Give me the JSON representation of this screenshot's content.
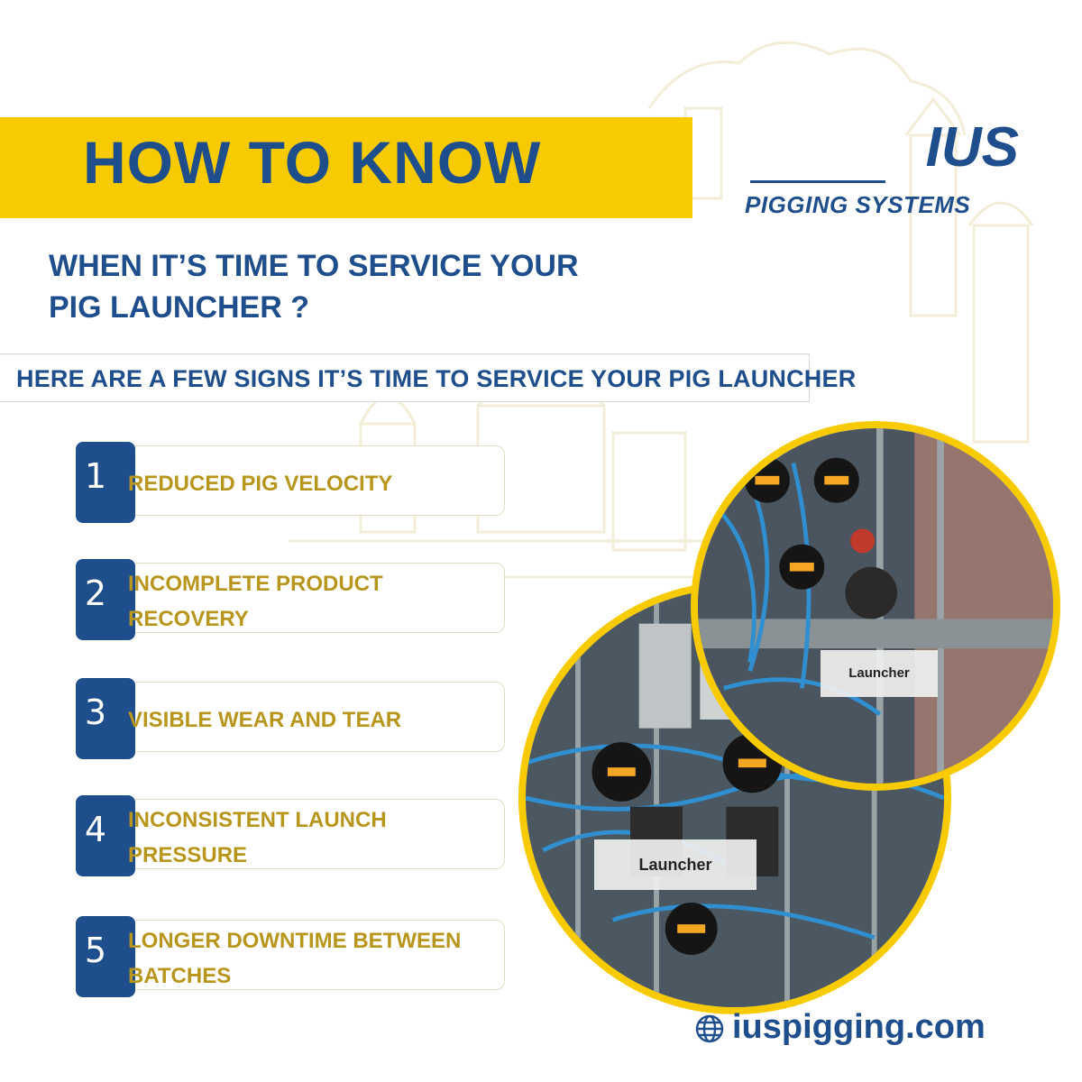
{
  "header": {
    "title": "HOW TO KNOW"
  },
  "logo": {
    "brand": "IUS",
    "tagline": "PIGGING SYSTEMS"
  },
  "subtitle": {
    "line1": "WHEN IT’S TIME TO SERVICE YOUR",
    "line2": "PIG LAUNCHER ?"
  },
  "signs_heading": "HERE ARE A FEW SIGNS IT’S TIME TO SERVICE YOUR PIG LAUNCHER",
  "signs": [
    {
      "number": "1",
      "line1": "REDUCED PIG VELOCITY",
      "line2": ""
    },
    {
      "number": "2",
      "line1": "INCOMPLETE PRODUCT",
      "line2": "RECOVERY"
    },
    {
      "number": "3",
      "line1": "VISIBLE WEAR AND TEAR",
      "line2": ""
    },
    {
      "number": "4",
      "line1": "INCONSISTENT LAUNCH",
      "line2": "PRESSURE"
    },
    {
      "number": "5",
      "line1": "LONGER DOWNTIME BETWEEN",
      "line2": "BATCHES"
    }
  ],
  "photos": {
    "small_label": "Launcher",
    "large_label": "Launcher"
  },
  "website": {
    "icon": "globe-icon",
    "url": "iuspigging.com"
  },
  "colors": {
    "navy": "#1f4e8c",
    "yellow": "#f8cb00",
    "gold_text": "#b8961c"
  }
}
